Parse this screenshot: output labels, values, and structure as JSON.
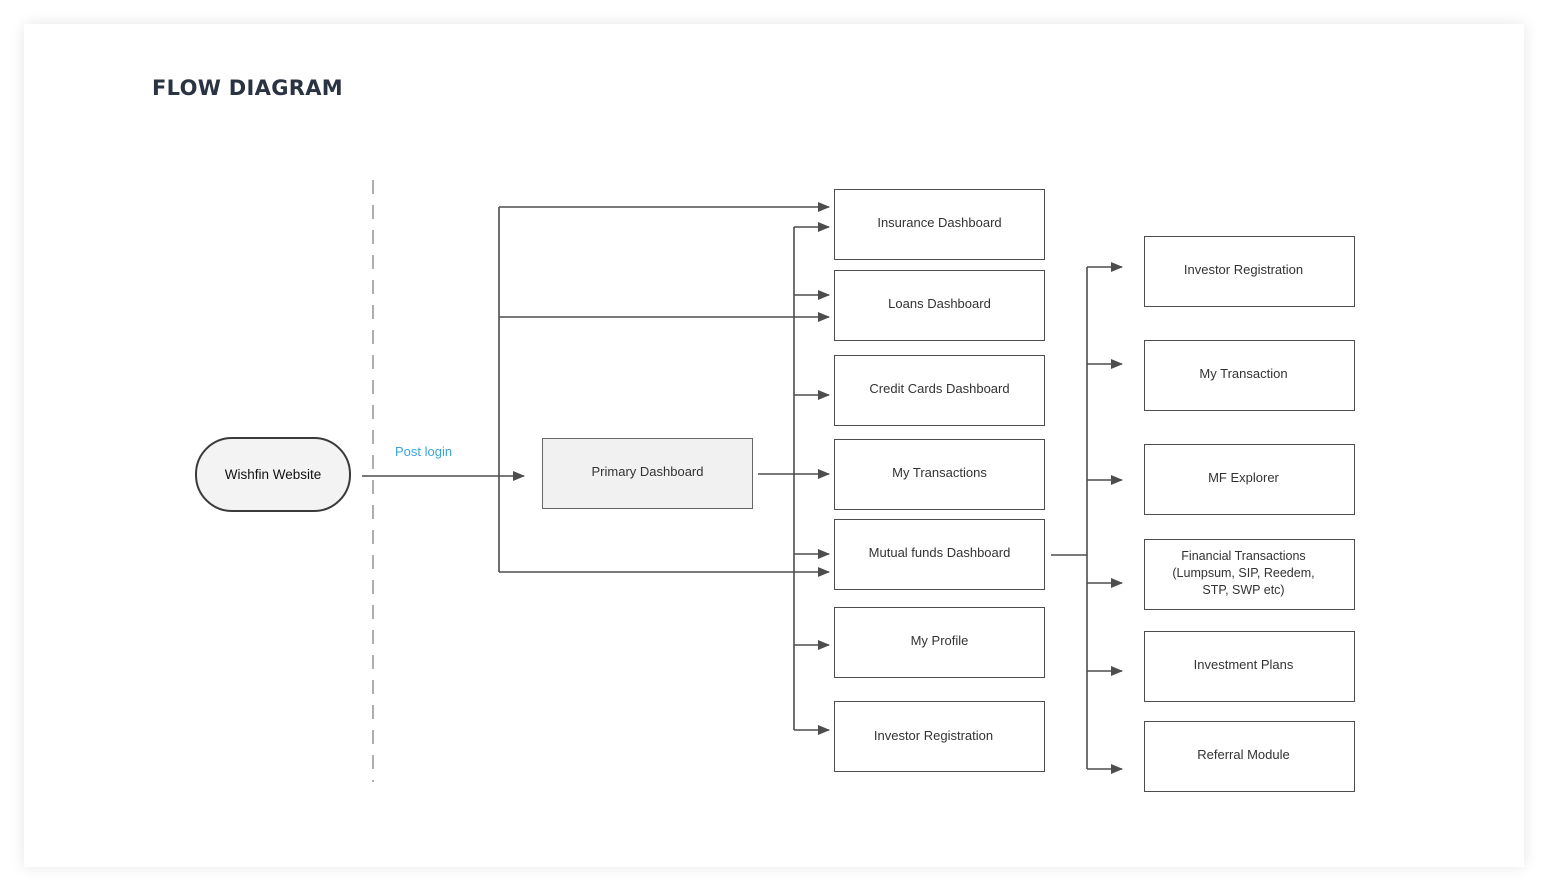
{
  "title": "FLOW DIAGRAM",
  "start_node": {
    "label": "Wishfin Website"
  },
  "edge_label": "Post login",
  "primary_node": {
    "label": "Primary Dashboard"
  },
  "dashboards": [
    {
      "label": "Insurance Dashboard"
    },
    {
      "label": "Loans Dashboard"
    },
    {
      "label": "Credit Cards Dashboard"
    },
    {
      "label": "My Transactions"
    },
    {
      "label": "Mutual funds Dashboard"
    },
    {
      "label": "My Profile"
    },
    {
      "label": "Investor Registration"
    }
  ],
  "mutual_fund_modules": [
    {
      "label": "Investor Registration"
    },
    {
      "label": "My Transaction"
    },
    {
      "label": "MF Explorer"
    },
    {
      "label": "Financial Transactions\n(Lumpsum, SIP, Reedem,\nSTP, SWP etc)"
    },
    {
      "label": "Investment Plans"
    },
    {
      "label": "Referral Module"
    }
  ],
  "colors": {
    "line": "#4d4d4d",
    "title": "#2a3342",
    "edge_label": "#39a4d8",
    "primary_fill": "#f1f1f1"
  }
}
